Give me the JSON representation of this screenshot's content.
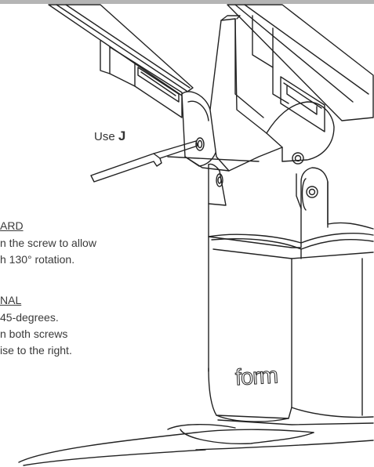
{
  "tool_callout": {
    "prefix": "Use ",
    "letter": "J"
  },
  "section_1": {
    "heading": "ARD",
    "lines": [
      "n the screw to allow",
      "h 130° rotation."
    ]
  },
  "section_2": {
    "heading": "NAL",
    "lines": [
      "45-degrees.",
      "n both screws",
      "ise to the right."
    ]
  },
  "brand_logo": "form",
  "colors": {
    "line": "#222222",
    "text": "#3a3a3a",
    "top_rule": "#b5b5b5"
  }
}
